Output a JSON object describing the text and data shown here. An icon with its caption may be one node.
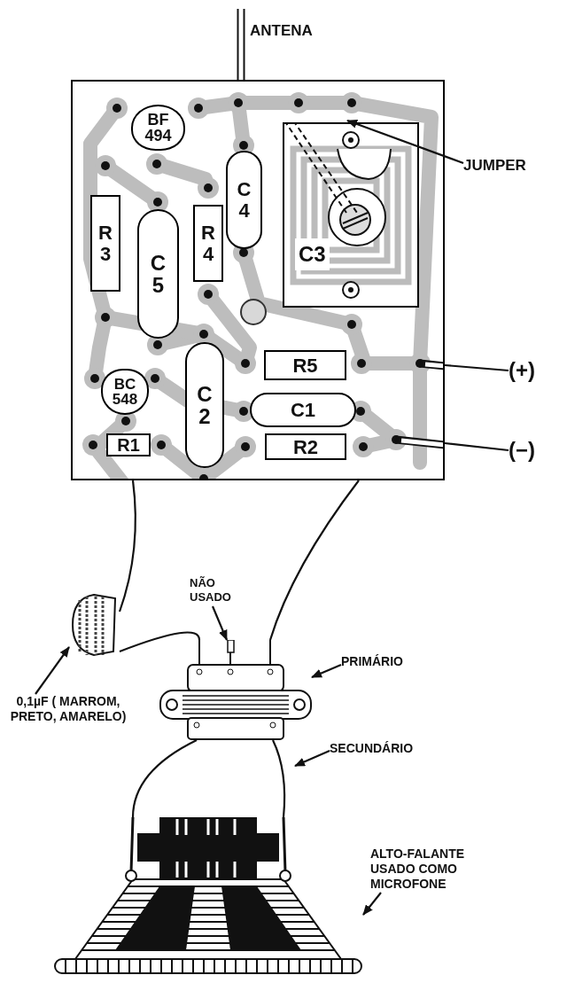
{
  "diagram": {
    "nodes": [
      {
        "text": [],
        "shape": "box"
      },
      {
        "text": [
          "BF 494"
        ],
        "in": 0
      },
      {
        "text": [
          "R3"
        ],
        "in": 0
      },
      {
        "text": [
          "C5"
        ],
        "in": 0
      },
      {
        "text": [
          "R4"
        ],
        "in": 0
      },
      {
        "text": [
          "C4"
        ],
        "in": 0
      },
      {
        "text": [
          "C3"
        ],
        "in": 0
      },
      {
        "text": [
          "BC 548"
        ],
        "in": 0
      },
      {
        "text": [
          "C2"
        ],
        "in": 0
      },
      {
        "text": [
          "R5"
        ],
        "in": 0
      },
      {
        "text": [
          "C1"
        ],
        "in": 0
      },
      {
        "text": [
          "R1"
        ],
        "in": 0
      },
      {
        "text": [
          "R2"
        ],
        "in": 0
      },
      {
        "text": [
          "JUMPER"
        ]
      },
      {
        "text": [
          "0,1µF ( MARROM, PRETO, AMARELO)"
        ]
      },
      {
        "text": [
          "NÃO USADO"
        ]
      },
      {
        "text": [
          "PRIMÁRIO"
        ]
      },
      {
        "text": [
          "SECUNDÁRIO"
        ]
      },
      {
        "text": [
          "ALTO-FALANTE USADO COMO MICROFONE"
        ]
      },
      {
        "text": [],
        "shape": "picture"
      },
      {
        "text": [],
        "shape": "picture"
      },
      {
        "text": [],
        "shape": "picture"
      },
      {
        "text": [
          "(+)"
        ]
      },
      {
        "text": [
          "(−)"
        ]
      }
    ],
    "edges": [
      {
        "from": 13,
        "to": 6,
        "arrow": "to"
      },
      {
        "from": 14,
        "to": 19,
        "arrow": "to"
      },
      {
        "from": 15,
        "to": 20,
        "arrow": "to"
      },
      {
        "from": 16,
        "to": 20,
        "arrow": "to"
      },
      {
        "from": 17,
        "to": null,
        "arrow": "to"
      },
      {
        "from": 18,
        "to": 21,
        "arrow": "to"
      },
      {
        "from": 0,
        "to": 19,
        "arrow": "none"
      },
      {
        "from": 19,
        "to": 20,
        "arrow": "none"
      },
      {
        "from": 0,
        "to": 20,
        "arrow": "none"
      },
      {
        "from": 20,
        "to": 21,
        "arrow": "none"
      },
      {
        "from": 20,
        "to": 21,
        "arrow": "none"
      },
      {
        "from": 0,
        "to": 22,
        "arrow": "none"
      },
      {
        "from": 0,
        "to": 23,
        "arrow": "none"
      }
    ],
    "labels": [
      "ANTENA"
    ]
  }
}
